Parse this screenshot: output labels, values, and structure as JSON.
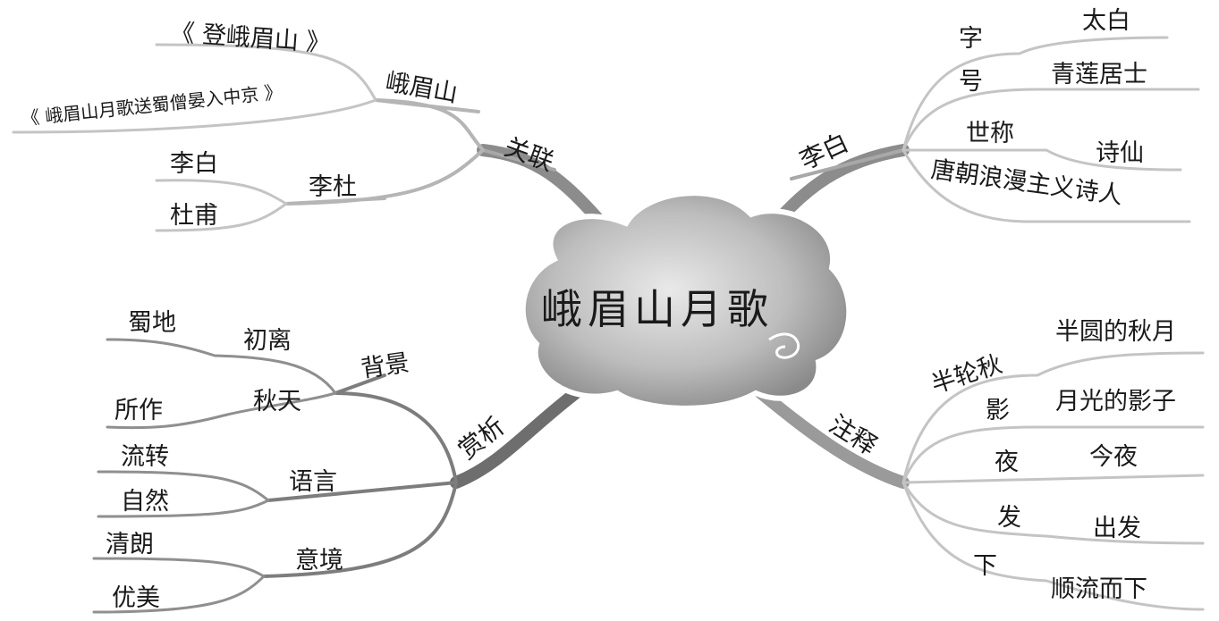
{
  "center": "峨眉山月歌",
  "branches": {
    "guanlian": {
      "label": "关联",
      "emeishan": {
        "label": "峨眉山",
        "poem1": "《 登峨眉山 》",
        "poem2": "《 峨眉山月歌送蜀僧晏入中京 》"
      },
      "lidu": {
        "label": "李杜",
        "li": "李白",
        "du": "杜甫"
      }
    },
    "libai": {
      "label": "李白",
      "zi": {
        "label": "字",
        "value": "太白"
      },
      "hao": {
        "label": "号",
        "value": "青莲居士"
      },
      "shicheng": {
        "label": "世称",
        "value": "诗仙"
      },
      "desc": "唐朝浪漫主义诗人"
    },
    "shangxi": {
      "label": "赏析",
      "beijing": {
        "label": "背景",
        "chuli": "初离",
        "shudi": "蜀地",
        "qiutian": "秋天",
        "suozuo": "所作"
      },
      "yuyan": {
        "label": "语言",
        "liuzhuan": "流转",
        "ziran": "自然"
      },
      "yijing": {
        "label": "意境",
        "qinglang": "清朗",
        "youmei": "优美"
      }
    },
    "zhushi": {
      "label": "注释",
      "items": [
        {
          "term": "半轮秋",
          "meaning": "半圆的秋月"
        },
        {
          "term": "影",
          "meaning": "月光的影子"
        },
        {
          "term": "夜",
          "meaning": "今夜"
        },
        {
          "term": "发",
          "meaning": "出发"
        },
        {
          "term": "下",
          "meaning": "顺流而下"
        }
      ]
    }
  }
}
